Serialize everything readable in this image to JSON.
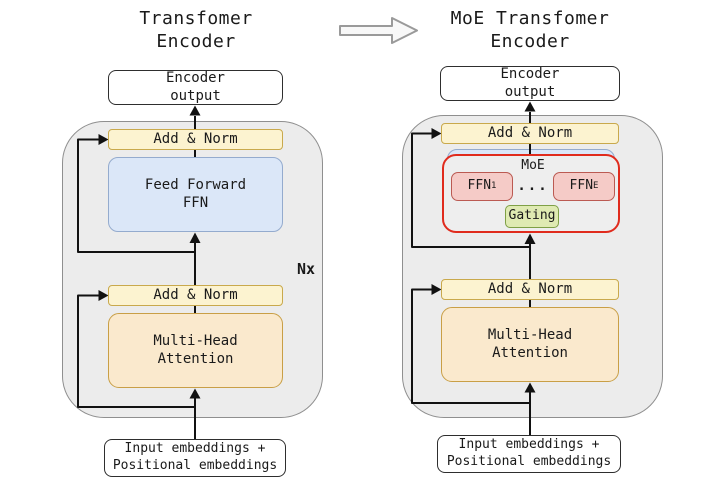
{
  "colors": {
    "canvas_bg": "#ffffff",
    "container_fill": "#ececec",
    "container_border": "#8f8f8f",
    "yellow_fill": "#fcf3d0",
    "yellow_border": "#c9a94c",
    "blue_fill": "#dbe7f8",
    "blue_border": "#94abce",
    "orange_fill": "#fae9cd",
    "orange_border": "#c99f46",
    "pink_fill": "#f5cbc7",
    "pink_border": "#bb5a52",
    "green_fill": "#dfeab2",
    "green_border": "#7fa046",
    "moe_border": "#e02b1d",
    "moe_fill": "#eeeeee",
    "line_color": "#111111",
    "text_color": "#1a1a1a"
  },
  "header": {
    "left_title": "Transfomer\nEncoder",
    "right_title": "MoE Transfomer\nEncoder",
    "arrow_icon": "right-block-arrow"
  },
  "left": {
    "encoder_output": "Encoder\noutput",
    "add_norm_top": "Add & Norm",
    "feed_forward": "Feed Forward\nFFN",
    "nx": "Nx",
    "add_norm_bottom": "Add & Norm",
    "attention": "Multi-Head\nAttention",
    "input": "Input embeddings +\nPositional embeddings"
  },
  "right": {
    "encoder_output": "Encoder\noutput",
    "add_norm_top": "Add & Norm",
    "moe": {
      "label": "MoE",
      "ffn1_base": "FFN",
      "ffn1_sub": "1",
      "dots": "...",
      "ffnE_base": "FFN",
      "ffnE_sub": "E",
      "gating": "Gating"
    },
    "add_norm_bottom": "Add & Norm",
    "attention": "Multi-Head\nAttention",
    "input": "Input embeddings +\nPositional embeddings"
  }
}
